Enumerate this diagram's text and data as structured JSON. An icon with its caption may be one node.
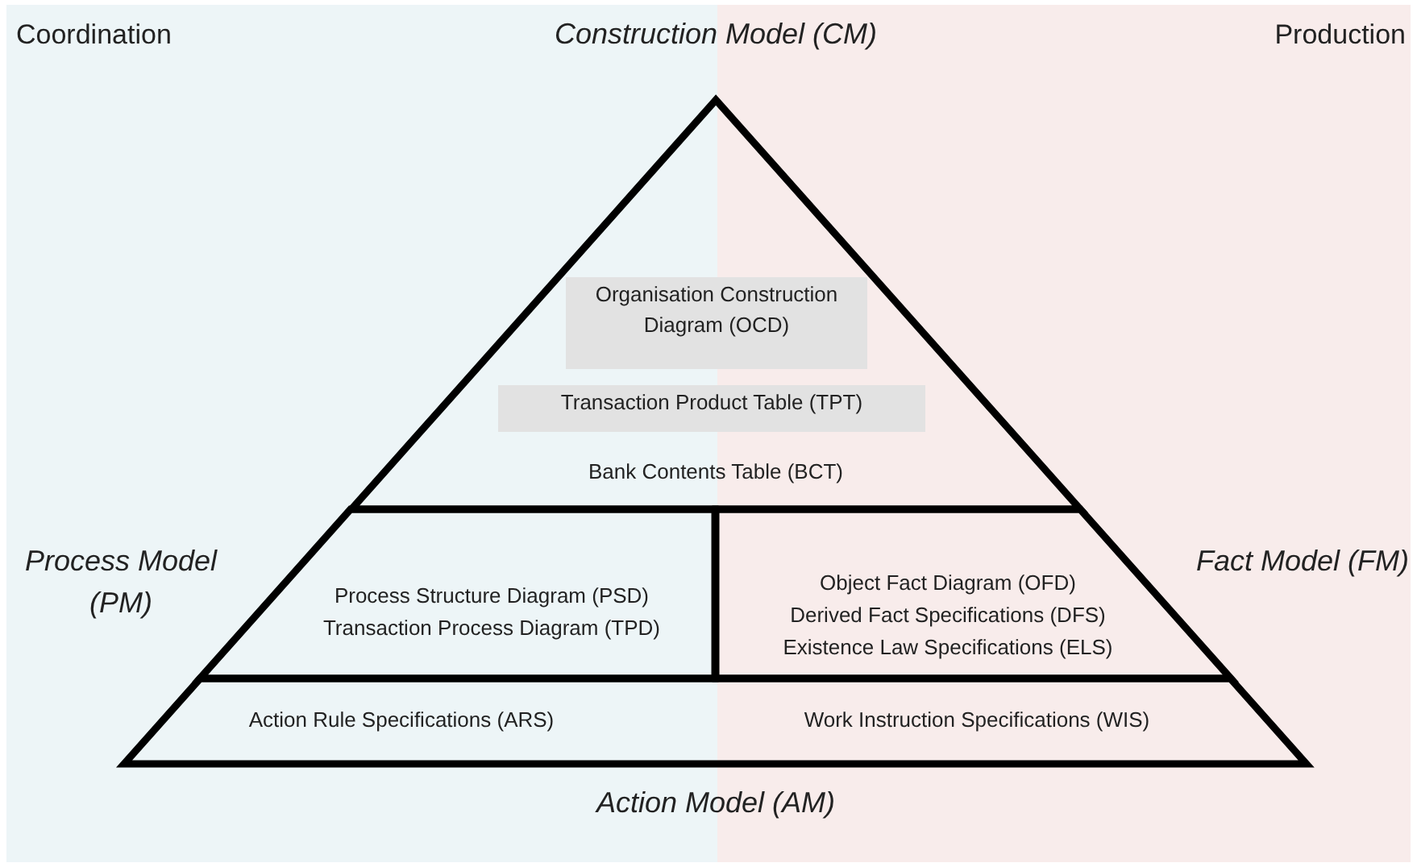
{
  "diagram": {
    "nodes": [
      {
        "text": [
          "Construction Model (CM)",
          "Bank Contents Table (BCT)"
        ]
      },
      {
        "text": [
          "Organisation Construction Diagram (OCD)"
        ],
        "in": 0
      },
      {
        "text": [
          "Transaction Product Table (TPT)"
        ],
        "in": 0
      },
      {
        "text": [
          "Process Model (PM)",
          "Process Structure Diagram (PSD)",
          "Transaction Process Diagram (TPD)"
        ]
      },
      {
        "text": [
          "Fact Model (FM)",
          "Object Fact Diagram (OFD)",
          "Derived Fact Specifications (DFS)",
          "Existence Law Specifications (ELS)"
        ]
      },
      {
        "text": [
          "Action Model (AM)",
          "Action Rule Specifications (ARS)",
          "Work Instruction Specifications (WIS)"
        ]
      }
    ],
    "edges": [],
    "labels": [
      "Coordination",
      "Production"
    ]
  }
}
